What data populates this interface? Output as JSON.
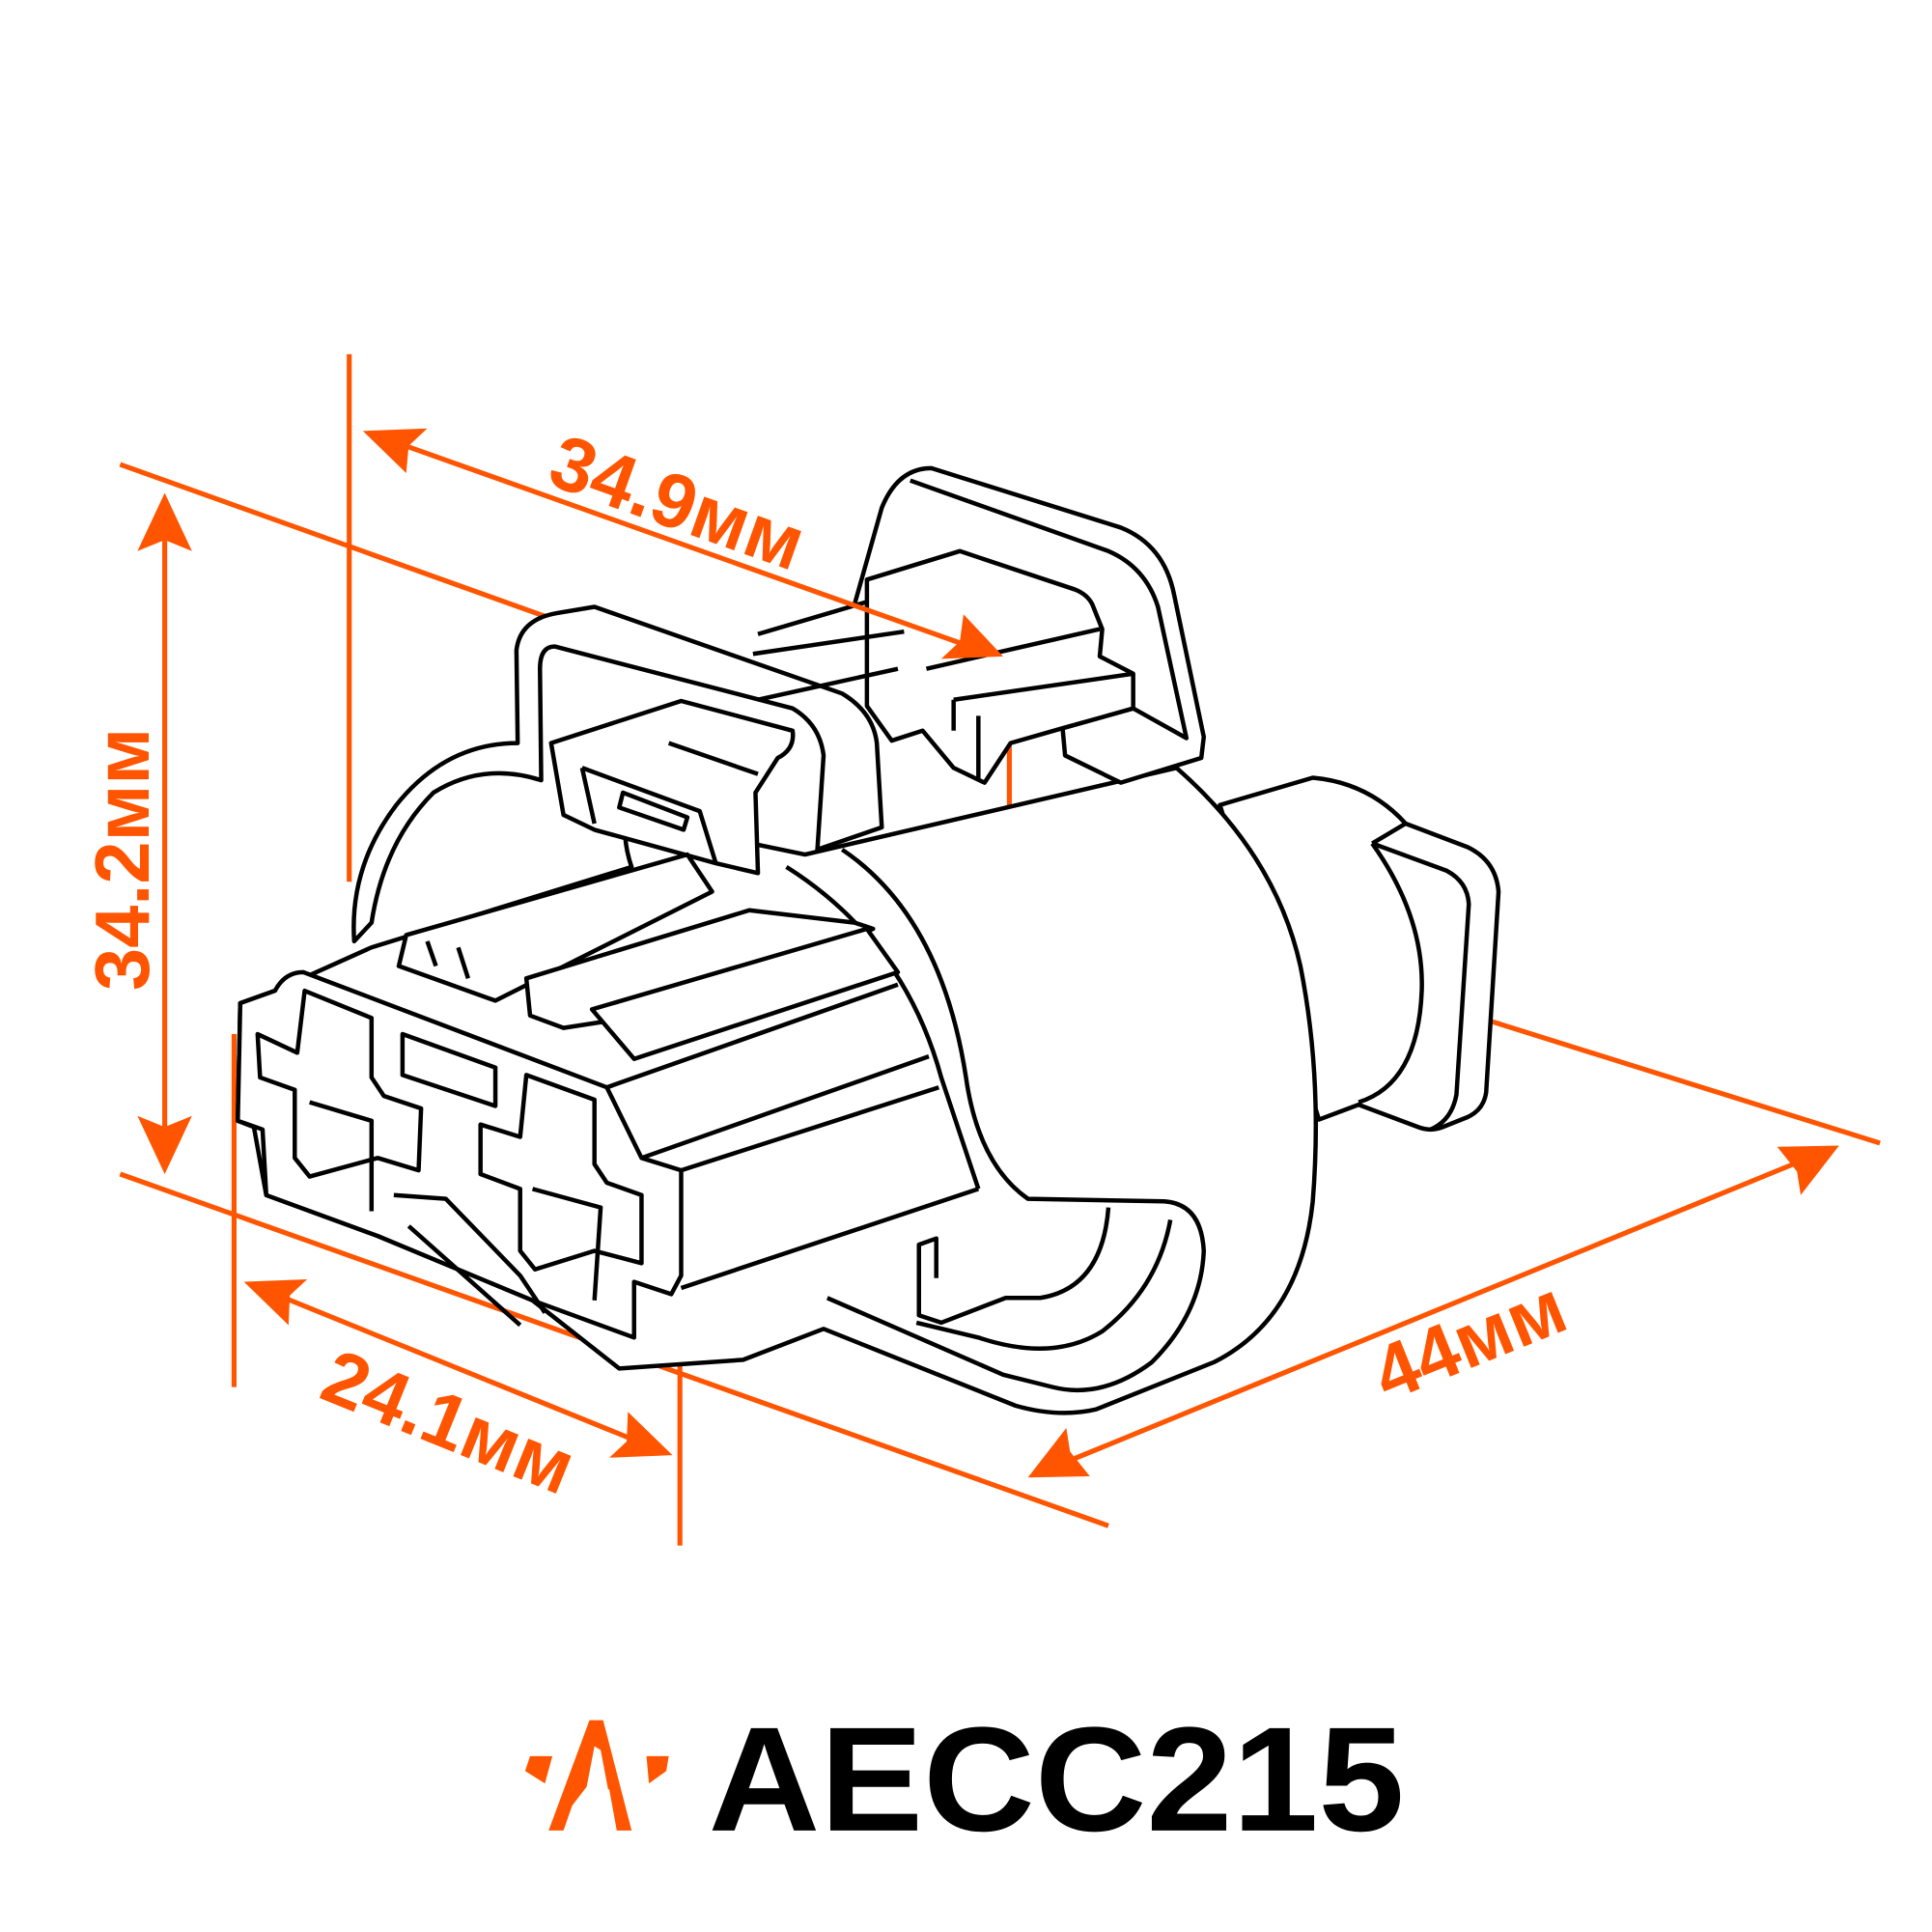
{
  "dimensions": {
    "top_length": "34.9мм",
    "height": "34.2мм",
    "front_width": "24.1мм",
    "overall_length": "44мм"
  },
  "product": {
    "code": "AECC215",
    "logo_icon": "orange-star-a-logo"
  },
  "colors": {
    "accent": "#FF5500",
    "line": "#000000",
    "background": "#FFFFFF"
  }
}
